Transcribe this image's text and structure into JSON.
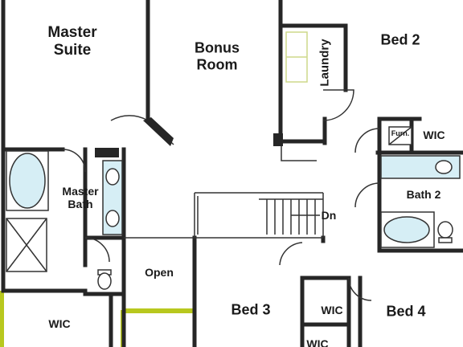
{
  "colors": {
    "wall": "#262626",
    "line": "#333333",
    "fixture_fill": "#d6eef5",
    "window": "#b8c81e",
    "laundry_window": "#cdd98a"
  },
  "rooms": {
    "master_suite": "Master\nSuite",
    "bonus_room": "Bonus\nRoom",
    "bed2": "Bed 2",
    "laundry": "Laundry",
    "furn": "Furn.",
    "wic_bed2": "WIC",
    "master_bath": "Master\nBath",
    "bath2": "Bath 2",
    "dn": "Dn",
    "open": "Open",
    "wic_master": "WIC",
    "bed3": "Bed 3",
    "wic_bed4": "WIC",
    "wic_bed3": "WIC",
    "bed4": "Bed 4"
  }
}
